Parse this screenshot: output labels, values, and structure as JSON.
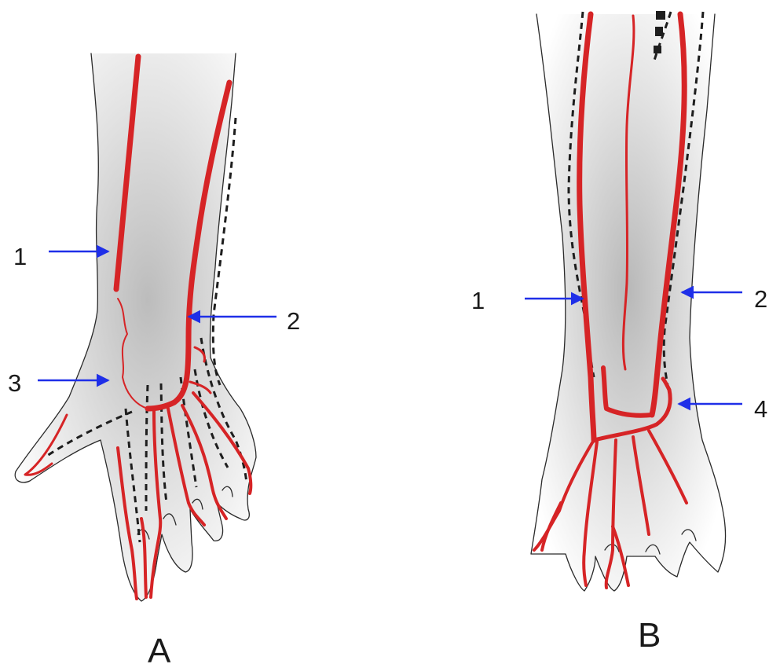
{
  "panels": [
    {
      "id": "A",
      "label": "A"
    },
    {
      "id": "B",
      "label": "B"
    }
  ],
  "callouts": {
    "A": [
      "1",
      "2",
      "3"
    ],
    "B": [
      "1",
      "2",
      "4"
    ]
  },
  "colors": {
    "artery": "#d62426",
    "arrow": "#1f2fe8",
    "outline": "#2a2a2a",
    "dashed_vessel": "#1e1e1e"
  }
}
